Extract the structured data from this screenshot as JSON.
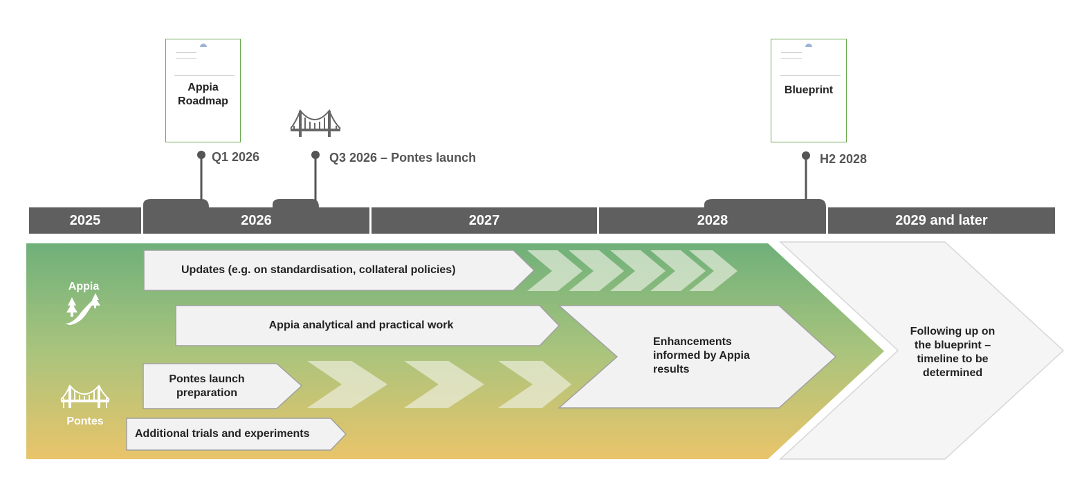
{
  "timeline": {
    "years": [
      "2025",
      "2026",
      "2027",
      "2028",
      "2029 and later"
    ],
    "milestones": {
      "q1": "Q1 2026",
      "q3": "Q3 2026 – Pontes launch",
      "h2": "H2 2028"
    },
    "documents": {
      "roadmap": "Appia Roadmap",
      "blueprint": "Blueprint"
    }
  },
  "workstreams": {
    "updates": "Updates (e.g. on standardisation, collateral policies)",
    "analytical": "Appia analytical and practical work",
    "pontes_prep_line1": "Pontes launch",
    "pontes_prep_line2": "preparation",
    "trials": "Additional trials and experiments",
    "enhancements_line1": "Enhancements",
    "enhancements_line2": "informed by Appia",
    "enhancements_line3": "results",
    "followup_line1": "Following up on",
    "followup_line2": "the blueprint –",
    "followup_line3": "timeline to be",
    "followup_line4": "determined"
  },
  "sides": {
    "appia": "Appia",
    "pontes": "Pontes"
  },
  "colors": {
    "bar": "#5f5f5f",
    "gradient_top": "#6fb07a",
    "gradient_bottom": "#e9c46a",
    "box_fill": "#f2f2f2",
    "box_stroke": "#a0a0a0",
    "document_border": "#6aa84f"
  },
  "icons": [
    "bridge-icon",
    "road-trees-icon",
    "document-icon"
  ]
}
